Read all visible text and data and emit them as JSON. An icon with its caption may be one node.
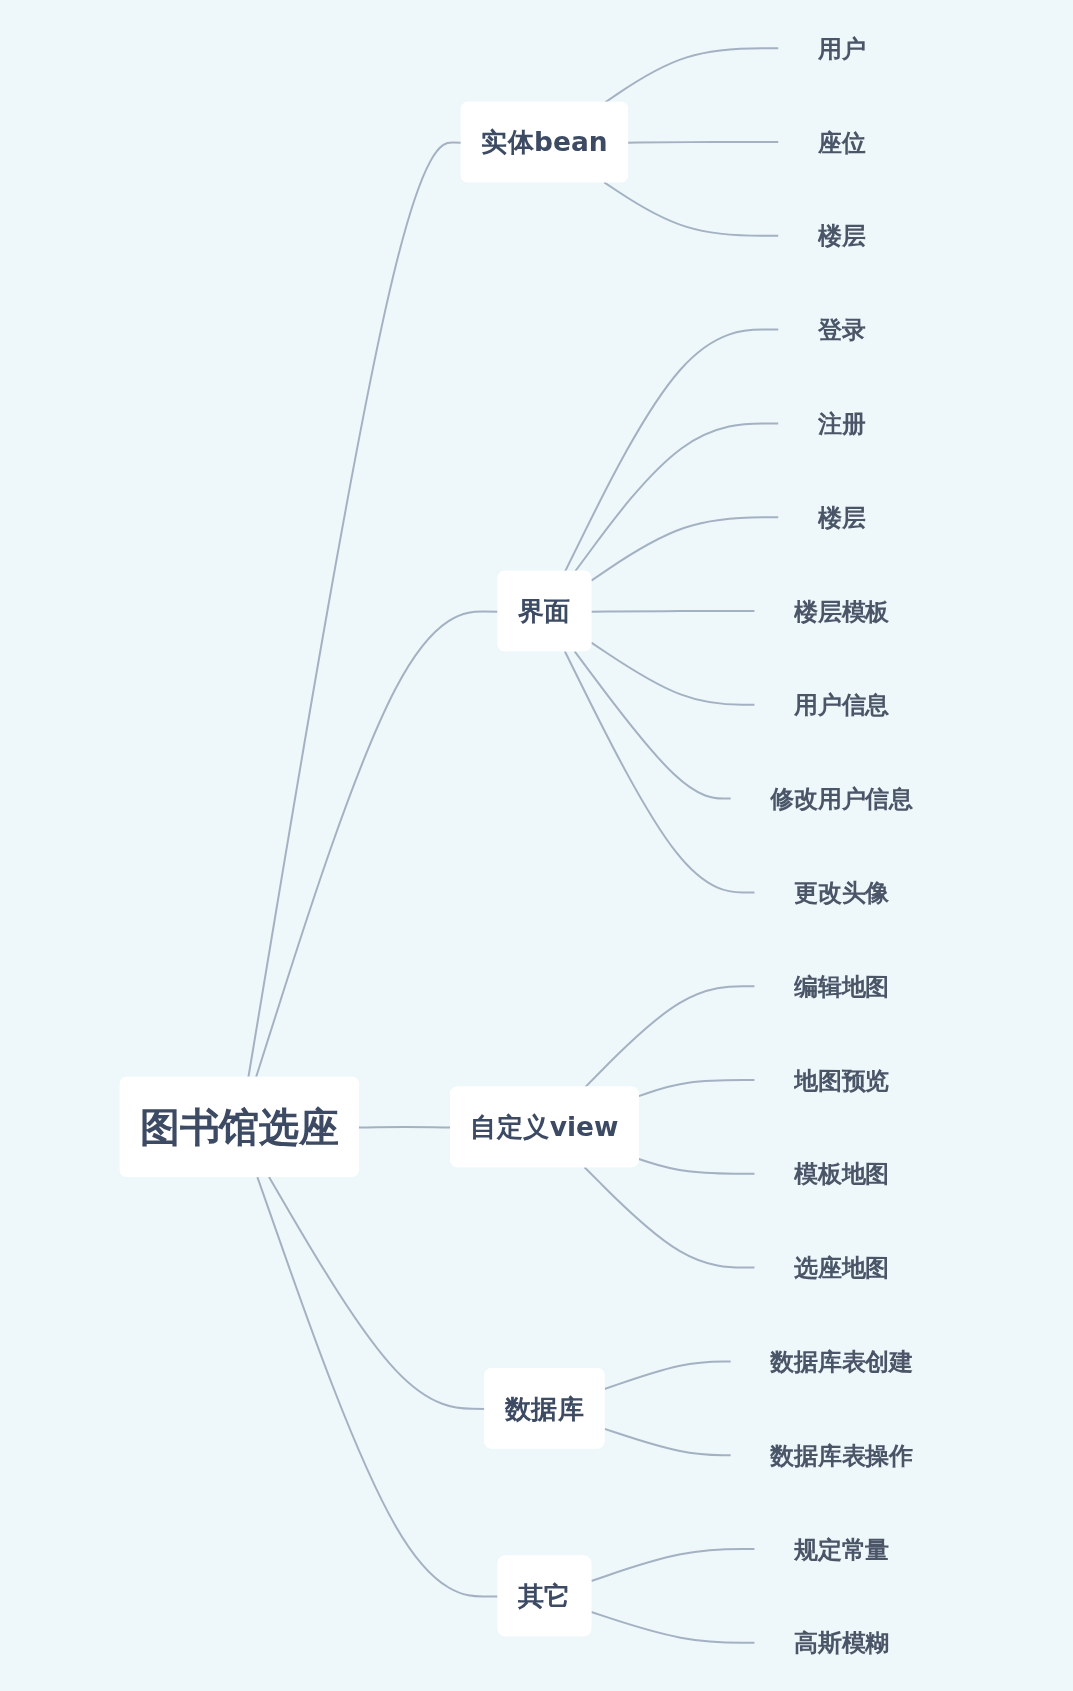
{
  "diagram": {
    "nodes": [
      {
        "text": [
          "图书馆选座"
        ]
      },
      {
        "text": [
          "实体bean"
        ]
      },
      {
        "text": [
          "用户"
        ]
      },
      {
        "text": [
          "座位"
        ]
      },
      {
        "text": [
          "楼层"
        ]
      },
      {
        "text": [
          "界面"
        ]
      },
      {
        "text": [
          "登录"
        ]
      },
      {
        "text": [
          "注册"
        ]
      },
      {
        "text": [
          "楼层"
        ]
      },
      {
        "text": [
          "楼层模板"
        ]
      },
      {
        "text": [
          "用户信息"
        ]
      },
      {
        "text": [
          "修改用户信息"
        ]
      },
      {
        "text": [
          "更改头像"
        ]
      },
      {
        "text": [
          "自定义view"
        ]
      },
      {
        "text": [
          "编辑地图"
        ]
      },
      {
        "text": [
          "地图预览"
        ]
      },
      {
        "text": [
          "模板地图"
        ]
      },
      {
        "text": [
          "选座地图"
        ]
      },
      {
        "text": [
          "数据库"
        ]
      },
      {
        "text": [
          "数据库表创建"
        ]
      },
      {
        "text": [
          "数据库表操作"
        ]
      },
      {
        "text": [
          "其它"
        ]
      },
      {
        "text": [
          "规定常量"
        ]
      },
      {
        "text": [
          "高斯模糊"
        ]
      }
    ],
    "edges": [
      {
        "from": 0,
        "to": 1,
        "arrow": "none"
      },
      {
        "from": 1,
        "to": 2,
        "arrow": "none"
      },
      {
        "from": 1,
        "to": 3,
        "arrow": "none"
      },
      {
        "from": 1,
        "to": 4,
        "arrow": "none"
      },
      {
        "from": 0,
        "to": 5,
        "arrow": "none"
      },
      {
        "from": 5,
        "to": 6,
        "arrow": "none"
      },
      {
        "from": 5,
        "to": 7,
        "arrow": "none"
      },
      {
        "from": 5,
        "to": 8,
        "arrow": "none"
      },
      {
        "from": 5,
        "to": 9,
        "arrow": "none"
      },
      {
        "from": 5,
        "to": 10,
        "arrow": "none"
      },
      {
        "from": 5,
        "to": 11,
        "arrow": "none"
      },
      {
        "from": 5,
        "to": 12,
        "arrow": "none"
      },
      {
        "from": 0,
        "to": 13,
        "arrow": "none"
      },
      {
        "from": 13,
        "to": 14,
        "arrow": "none"
      },
      {
        "from": 13,
        "to": 15,
        "arrow": "none"
      },
      {
        "from": 13,
        "to": 16,
        "arrow": "none"
      },
      {
        "from": 13,
        "to": 17,
        "arrow": "none"
      },
      {
        "from": 0,
        "to": 18,
        "arrow": "none"
      },
      {
        "from": 18,
        "to": 19,
        "arrow": "none"
      },
      {
        "from": 18,
        "to": 20,
        "arrow": "none"
      },
      {
        "from": 0,
        "to": 21,
        "arrow": "none"
      },
      {
        "from": 21,
        "to": 22,
        "arrow": "none"
      },
      {
        "from": 21,
        "to": 23,
        "arrow": "none"
      }
    ]
  }
}
